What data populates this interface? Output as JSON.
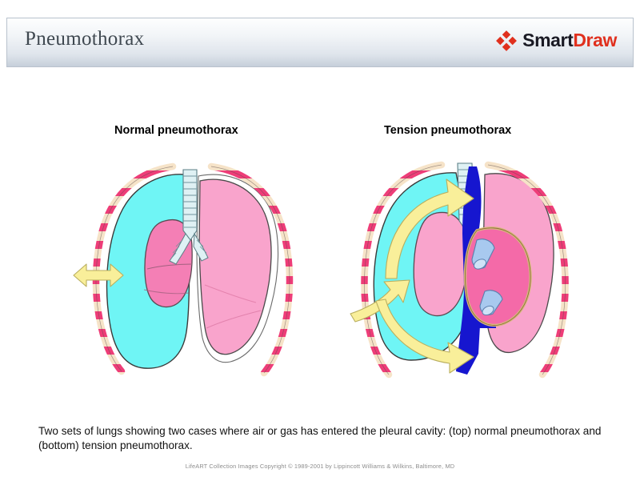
{
  "header": {
    "title": "Pneumothorax",
    "logo": {
      "icon": "smartdraw-diamond-icon",
      "text_primary": "Smart",
      "text_secondary": "Draw",
      "primary_color": "#1a1a24",
      "secondary_color": "#e0301e"
    }
  },
  "panels": [
    {
      "id": "normal",
      "label": "Normal pneumothorax"
    },
    {
      "id": "tension",
      "label": "Tension pneumothorax"
    }
  ],
  "caption": "Two sets of lungs showing two cases where air or gas has entered the pleural cavity:  (top) normal pneumothorax and (bottom) tension pneumothorax.",
  "credit": "LifeART Collection Images Copyright © 1989-2001 by Lippincott Williams & Wilkins, Baltimore, MD",
  "illustration": {
    "colors": {
      "air_cavity_cyan": "#6ff5f5",
      "lung_pink": "#f9a4cc",
      "collapsed_lung_pink": "#f47fb5",
      "heart_deep_pink": "#f46aa8",
      "rib_crimson": "#ee3d78",
      "rib_cream": "#f6e3c8",
      "trachea_pale_blue": "#dff1f4",
      "vessel_blue": "#a8c9ef",
      "vena_cava_blue": "#1616cf",
      "arrow_yellow": "#f9ef9a",
      "pericardium_tan": "#d8b87e",
      "outline": "#3a3a3a"
    },
    "elements": [
      "ribcage",
      "trachea",
      "bronchi",
      "pleural-air-cavity",
      "collapsed-lung",
      "normal-lung",
      "heart",
      "great-vessels",
      "vena-cava",
      "direction-arrows"
    ]
  }
}
